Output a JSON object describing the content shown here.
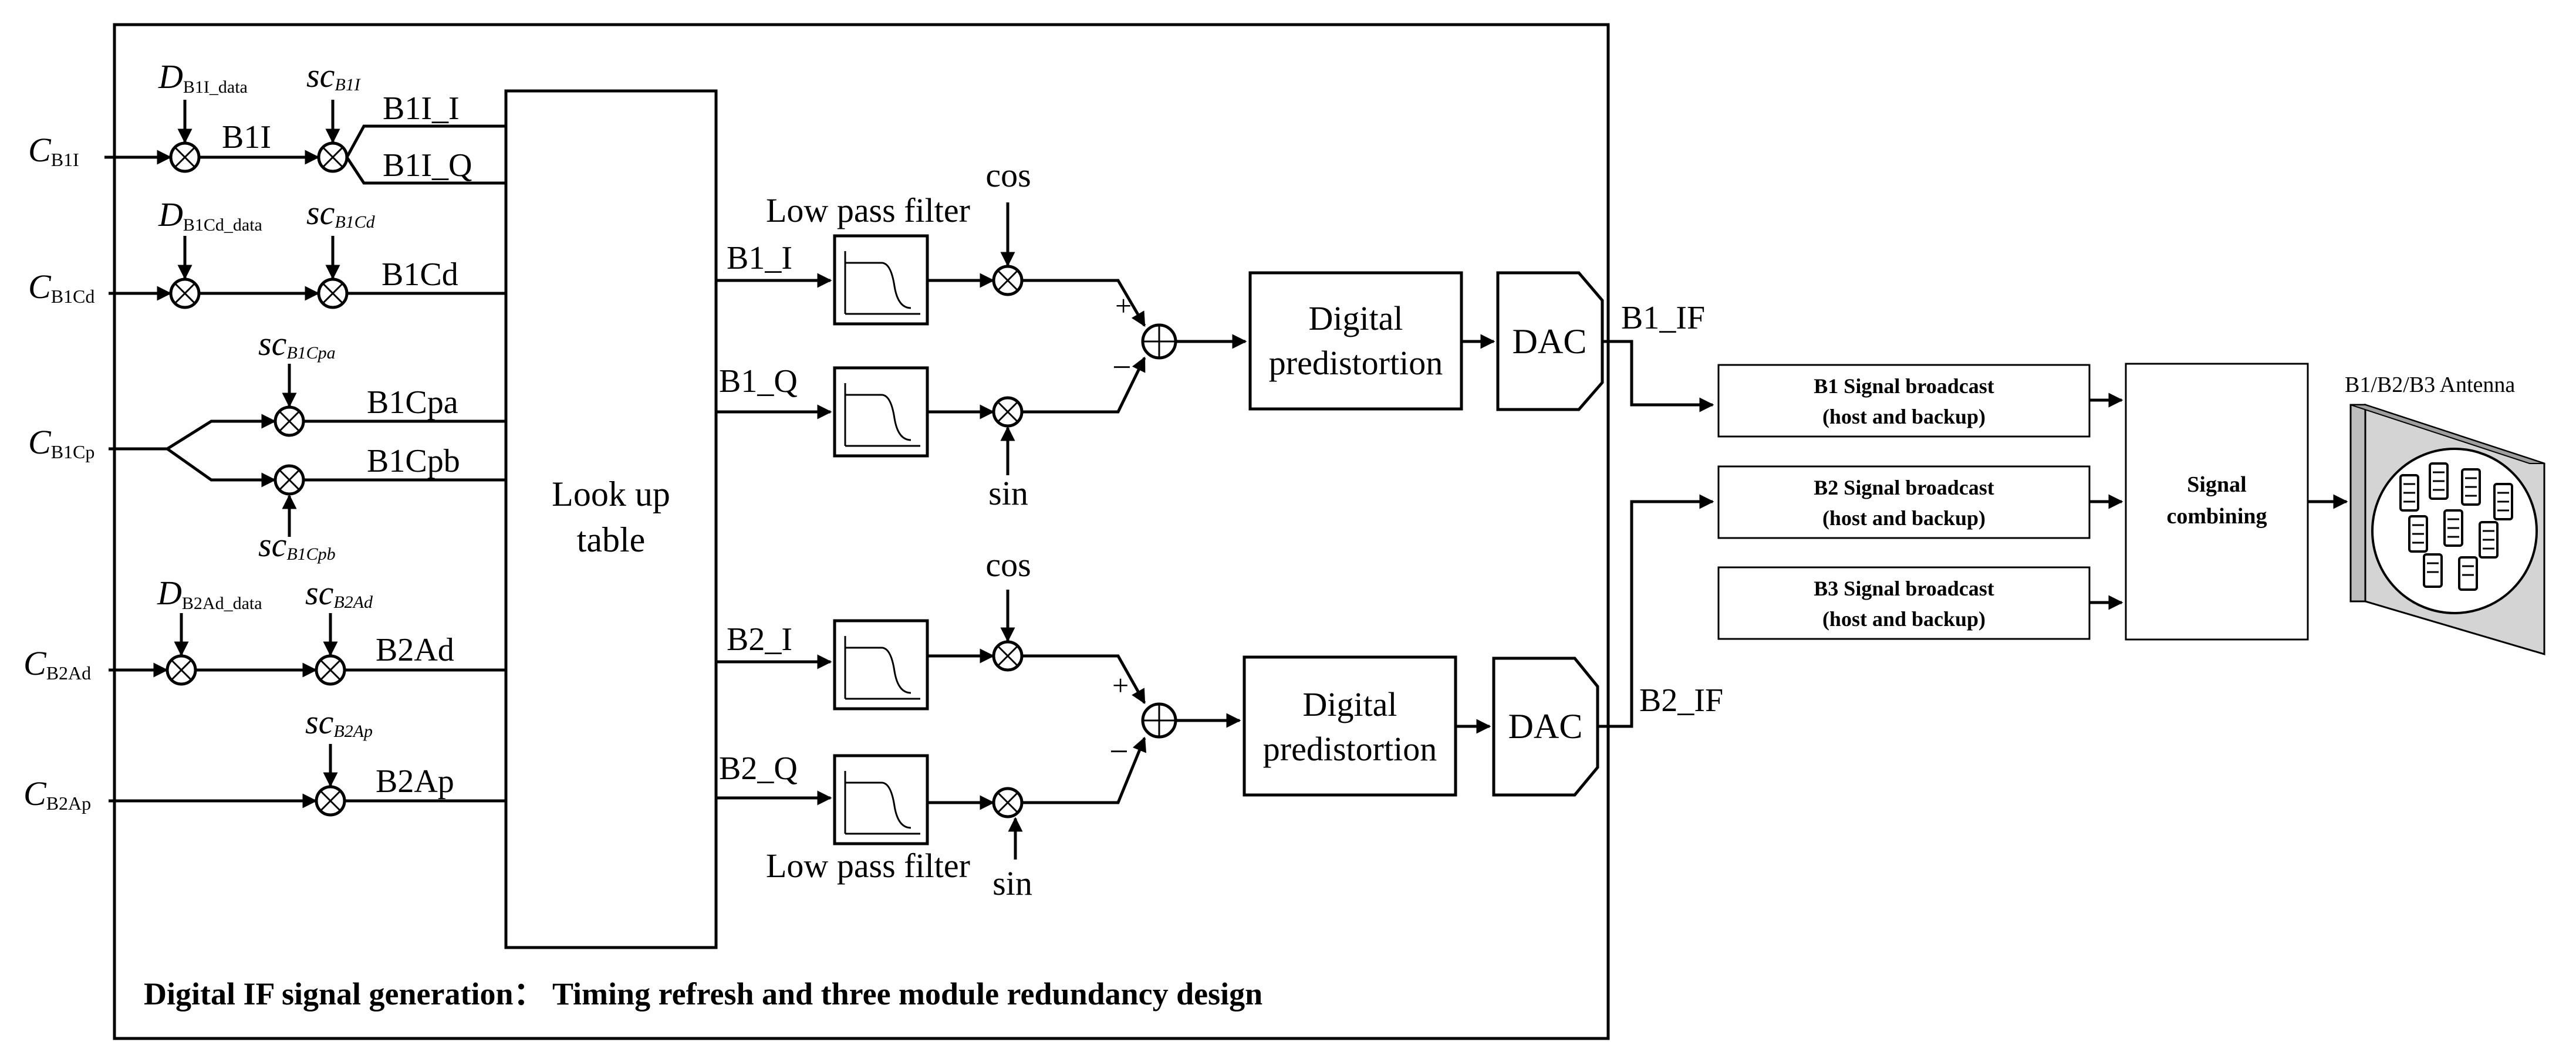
{
  "inputs": {
    "c_b1i": {
      "main": "C",
      "sub": "B1I"
    },
    "c_b1cd": {
      "main": "C",
      "sub": "B1Cd"
    },
    "c_b1cp": {
      "main": "C",
      "sub": "B1Cp"
    },
    "c_b2ad": {
      "main": "C",
      "sub": "B2Ad"
    },
    "c_b2ap": {
      "main": "C",
      "sub": "B2Ap"
    }
  },
  "data_codes": {
    "d_b1i": {
      "main": "D",
      "sub": "B1I_data"
    },
    "d_b1cd": {
      "main": "D",
      "sub": "B1Cd_data"
    },
    "d_b2ad": {
      "main": "D",
      "sub": "B2Ad_data"
    }
  },
  "subcarriers": {
    "sc_b1i": {
      "main": "sc",
      "sub": "B1I"
    },
    "sc_b1cd": {
      "main": "sc",
      "sub": "B1Cd"
    },
    "sc_b1cpa": {
      "main": "sc",
      "sub": "B1Cpa"
    },
    "sc_b1cpb": {
      "main": "sc",
      "sub": "B1Cpb"
    },
    "sc_b2ad": {
      "main": "sc",
      "sub": "B2Ad"
    },
    "sc_b2ap": {
      "main": "sc",
      "sub": "B2Ap"
    }
  },
  "signals": {
    "b1i": "B1I",
    "b1i_i": "B1I_I",
    "b1i_q": "B1I_Q",
    "b1cd": "B1Cd",
    "b1cpa": "B1Cpa",
    "b1cpb": "B1Cpb",
    "b2ad": "B2Ad",
    "b2ap": "B2Ap",
    "b1_i": "B1_I",
    "b1_q": "B1_Q",
    "b2_i": "B2_I",
    "b2_q": "B2_Q",
    "b1_if": "B1_IF",
    "b2_if": "B2_IF"
  },
  "lut": {
    "line1": "Look up",
    "line2": "table"
  },
  "filters": {
    "top_label": "Low pass filter",
    "bottom_label": "Low pass filter"
  },
  "mixer_labels": {
    "cos": "cos",
    "sin": "sin"
  },
  "summer_signs": {
    "plus": "+",
    "minus": "−"
  },
  "predistortion": {
    "line1": "Digital",
    "line2": "predistortion"
  },
  "dac": "DAC",
  "broadcast": [
    {
      "line1": "B1 Signal broadcast",
      "line2": "(host and backup)"
    },
    {
      "line1": "B2 Signal broadcast",
      "line2": "(host and backup)"
    },
    {
      "line1": "B3 Signal broadcast",
      "line2": "(host and backup)"
    }
  ],
  "combining": {
    "line1": "Signal",
    "line2": "combining"
  },
  "antenna_label": "B1/B2/B3 Antenna",
  "caption": "Digital IF signal generation：  Timing refresh and three module redundancy design"
}
